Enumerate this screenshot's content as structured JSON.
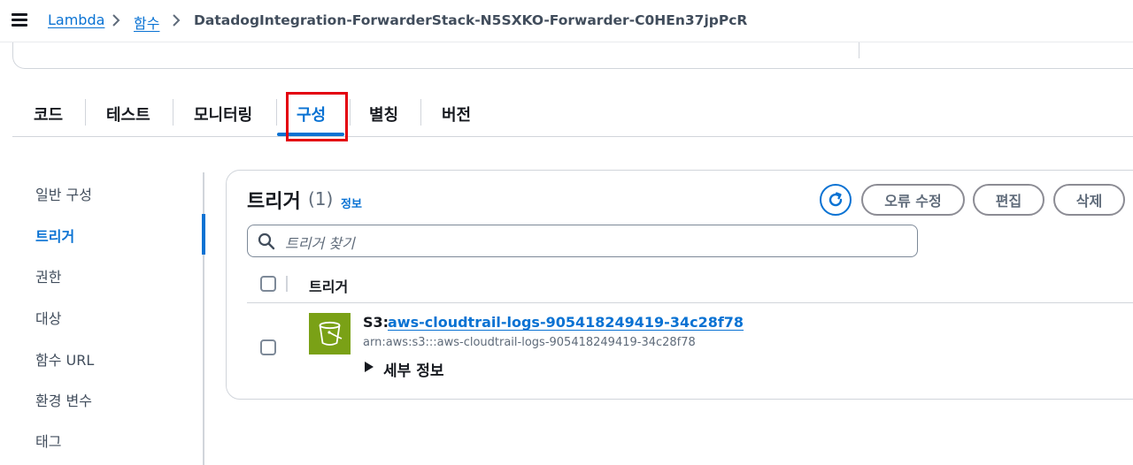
{
  "breadcrumb": {
    "items": [
      "Lambda",
      "함수",
      "DatadogIntegration-ForwarderStack-N5SXKO-Forwarder-C0HEn37jpPcR"
    ]
  },
  "tabs": {
    "items": [
      "코드",
      "테스트",
      "모니터링",
      "구성",
      "별칭",
      "버전"
    ],
    "active": "구성"
  },
  "sidenav": {
    "items": [
      "일반 구성",
      "트리거",
      "권한",
      "대상",
      "함수 URL",
      "환경 변수",
      "태그"
    ],
    "active": "트리거"
  },
  "triggers": {
    "title": "트리거",
    "count": "(1)",
    "info_link": "정보",
    "buttons": {
      "fix_errors": "오류 수정",
      "edit": "편집",
      "delete": "삭제"
    },
    "search": {
      "placeholder": "트리거 찾기"
    },
    "column_header": "트리거",
    "rows": [
      {
        "source_prefix": "S3:",
        "name": "aws-cloudtrail-logs-905418249419-34c28f78",
        "arn": "arn:aws:s3:::aws-cloudtrail-logs-905418249419-34c28f78",
        "details_label": "세부 정보",
        "icon": "s3-bucket-icon"
      }
    ]
  },
  "colors": {
    "accent": "#0972d3",
    "highlight": "#e3000f",
    "s3_icon_bg": "#7aa116"
  }
}
